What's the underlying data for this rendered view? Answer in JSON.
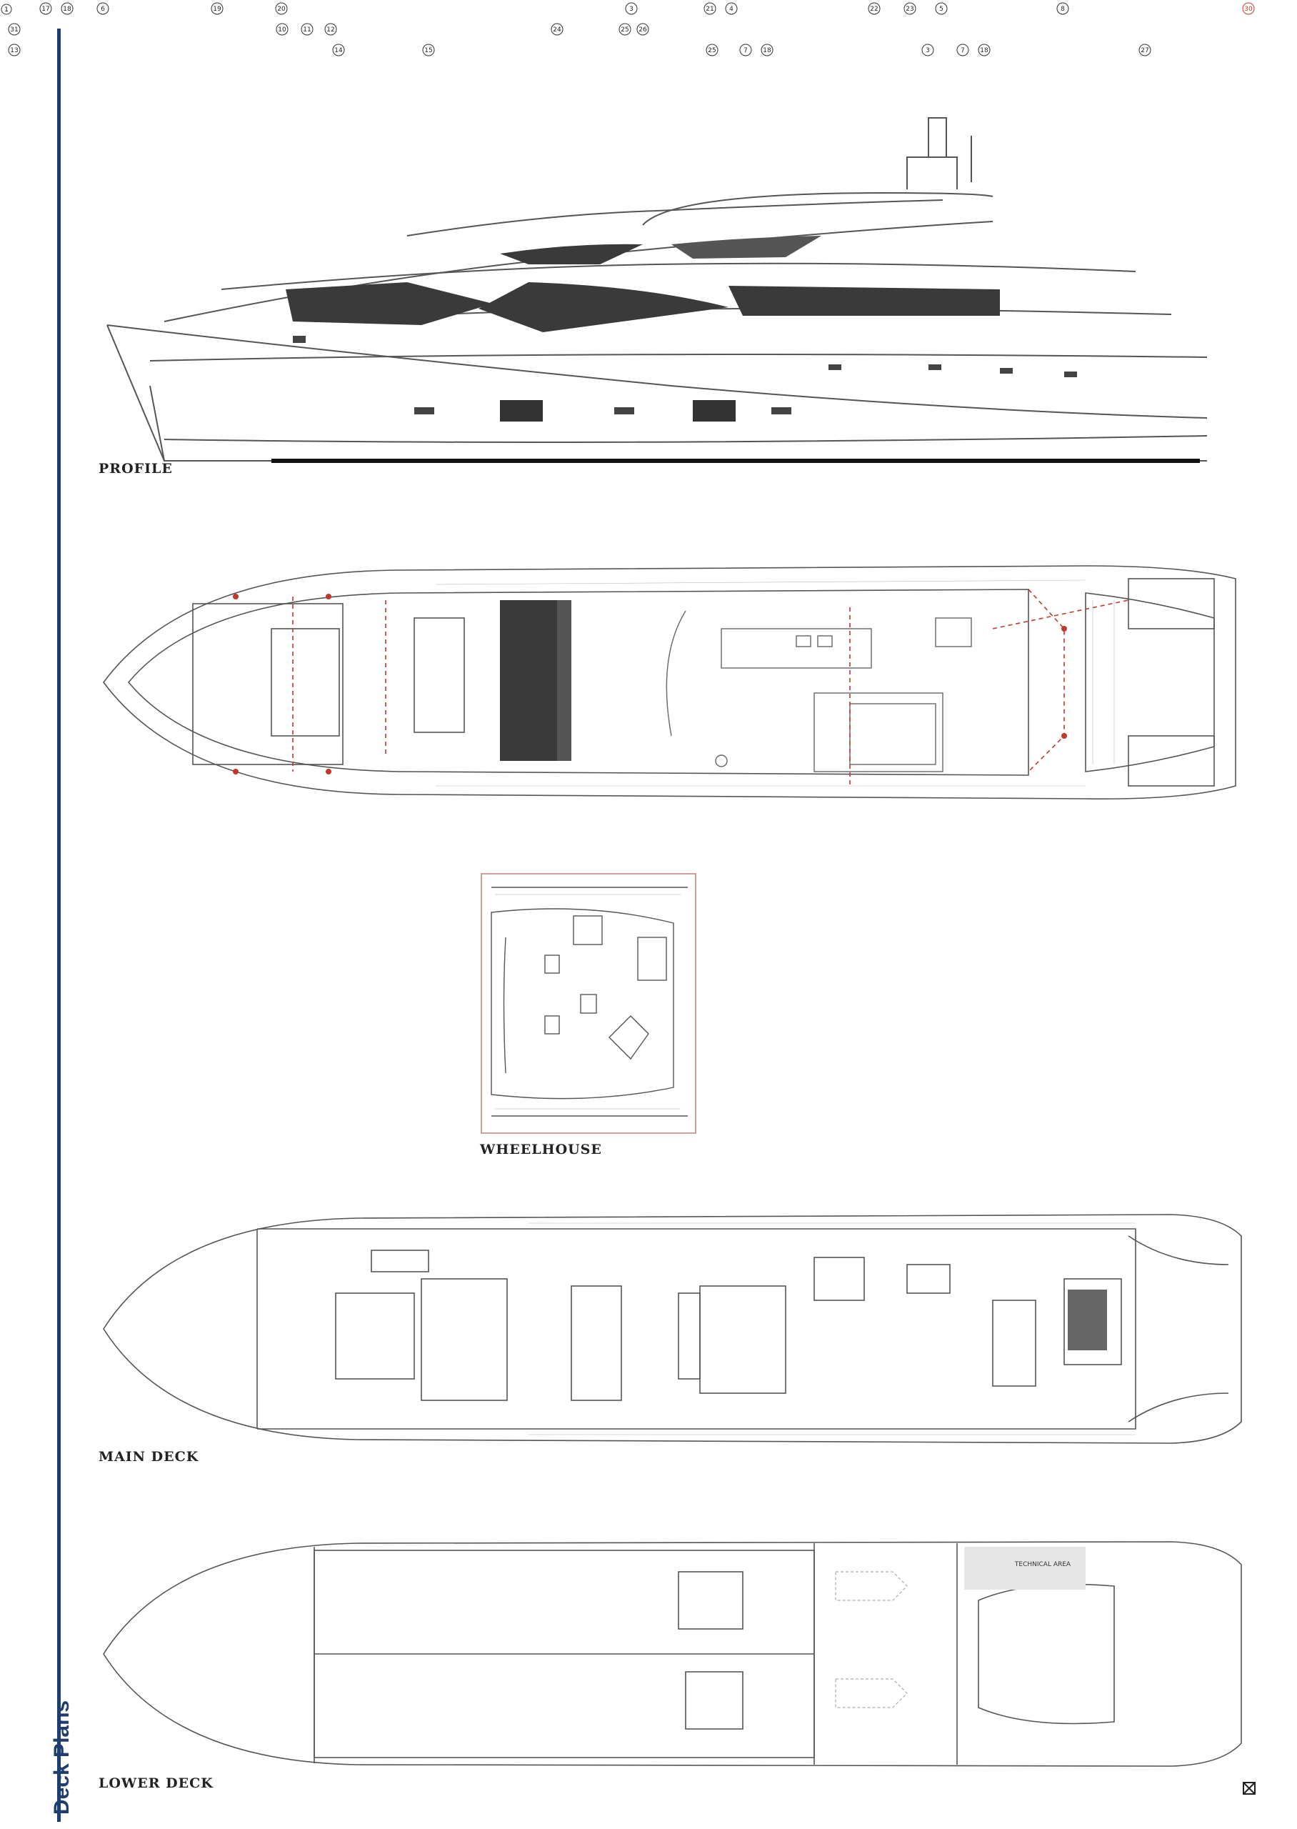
{
  "page": {
    "side_title": "Deck Plans"
  },
  "sections": {
    "profile": {
      "label": "PROFILE"
    },
    "upper": {
      "label": ""
    },
    "wheelhouse": {
      "label": "WHEELHOUSE"
    },
    "main_deck": {
      "label": "MAIN DECK"
    },
    "lower_deck": {
      "label": "LOWER DECK"
    }
  },
  "callouts": {
    "profile": [
      "1"
    ],
    "upper_top": [
      "17",
      "18",
      "6",
      "19",
      "20",
      "3",
      "21",
      "4",
      "22",
      "23"
    ],
    "upper_bottom": [
      "5",
      "8",
      "30"
    ],
    "main_top": [
      "31",
      "10",
      "11",
      "12",
      "24",
      "25",
      "26"
    ],
    "main_bottom": [
      "13",
      "14",
      "15",
      "25"
    ],
    "lower_top": [
      "7",
      "18",
      "3"
    ],
    "lower_bottom": [
      "7",
      "18",
      "27"
    ]
  },
  "room_labels": {
    "technical_area": "TECHNICAL AREA"
  },
  "colors": {
    "accent": "#1f3e6e",
    "guide": "#c0392b",
    "line": "#333333",
    "fill_dark": "#3a3a3a"
  }
}
